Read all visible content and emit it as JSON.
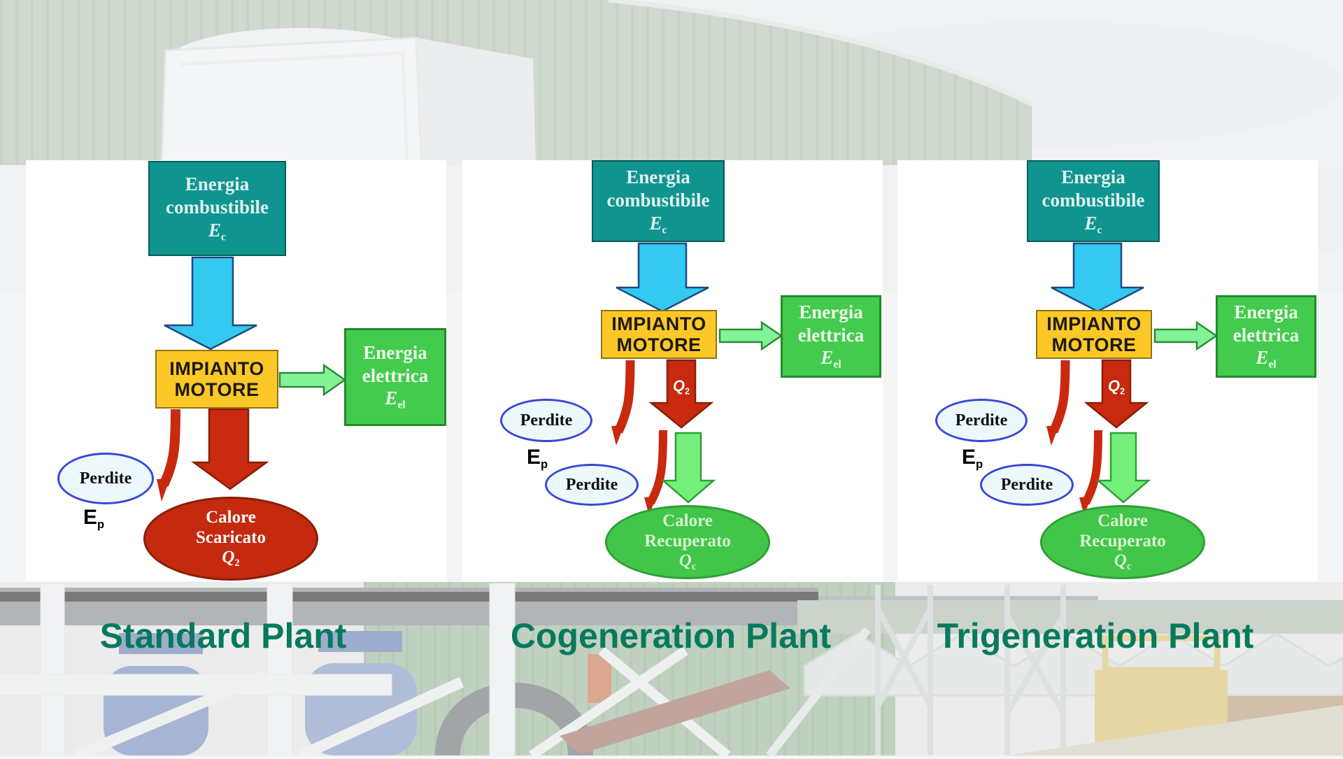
{
  "captions": {
    "standard": "Standard Plant",
    "cogeneration": "Cogeneration Plant",
    "trigeneration": "Trigeneration Plant"
  },
  "colors": {
    "fuel_box": "#109490",
    "engine_box": "#fcc827",
    "electric_box": "#43cb4e",
    "cyan_arrow": "#35c8f1",
    "electric_arrow": "#84f296",
    "heat_flow_red": "#c9290e",
    "recovered_arrow": "#74ef7a",
    "losses_ellipse_border": "#3847d6",
    "heat_discharged_ellipse": "#c5290e",
    "heat_recovered_ellipse": "#41c649",
    "caption_text": "#077a5e"
  },
  "diagrams": {
    "standard": {
      "fuel": {
        "line1": "Energia",
        "line2": "combustibile",
        "sym": "E",
        "sub": "c"
      },
      "engine": {
        "line1": "IMPIANTO",
        "line2": "MOTORE"
      },
      "electric": {
        "line1": "Energia",
        "line2": "elettrica",
        "sym": "E",
        "sub": "el"
      },
      "losses": {
        "label": "Perdite"
      },
      "losses_symbol": {
        "sym": "E",
        "sub": "p"
      },
      "heat": {
        "line1": "Calore",
        "line2": "Scaricato",
        "sym": "Q",
        "sub": "2"
      }
    },
    "cogeneration": {
      "fuel": {
        "line1": "Energia",
        "line2": "combustibile",
        "sym": "E",
        "sub": "c"
      },
      "engine": {
        "line1": "IMPIANTO",
        "line2": "MOTORE"
      },
      "electric": {
        "line1": "Energia",
        "line2": "elettrica",
        "sym": "E",
        "sub": "el"
      },
      "losses_top": {
        "label": "Perdite"
      },
      "losses_symbol": {
        "sym": "E",
        "sub": "p"
      },
      "losses_bottom": {
        "label": "Perdite"
      },
      "flow": {
        "sym": "Q",
        "sub": "2"
      },
      "heat": {
        "line1": "Calore",
        "line2": "Recuperato",
        "sym": "Q",
        "sub": "c"
      }
    },
    "trigeneration": {
      "fuel": {
        "line1": "Energia",
        "line2": "combustibile",
        "sym": "E",
        "sub": "c"
      },
      "engine": {
        "line1": "IMPIANTO",
        "line2": "MOTORE"
      },
      "electric": {
        "line1": "Energia",
        "line2": "elettrica",
        "sym": "E",
        "sub": "el"
      },
      "losses_top": {
        "label": "Perdite"
      },
      "losses_symbol": {
        "sym": "E",
        "sub": "p"
      },
      "losses_bottom": {
        "label": "Perdite"
      },
      "flow": {
        "sym": "Q",
        "sub": "2"
      },
      "heat": {
        "line1": "Calore",
        "line2": "Recuperato",
        "sym": "Q",
        "sub": "c"
      }
    }
  }
}
